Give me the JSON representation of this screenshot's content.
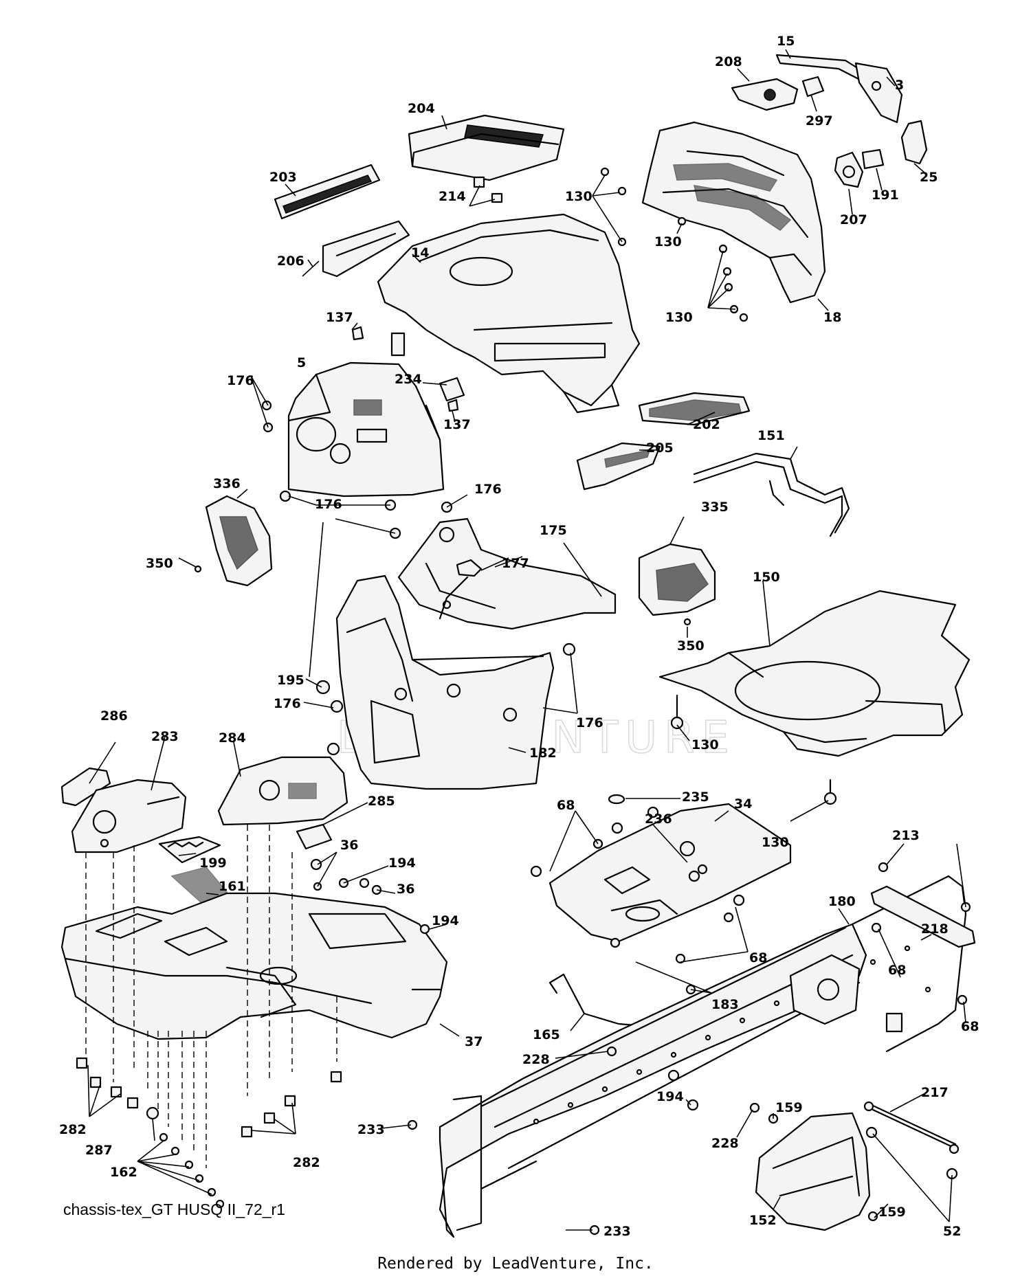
{
  "diagram": {
    "id_text": "chassis-tex_GT HUSQ II_72_r1",
    "footer": "Rendered by LeadVenture, Inc.",
    "watermark": "LEADVENTURE"
  },
  "callouts": {
    "c3": "3",
    "c5": "5",
    "c14": "14",
    "c15": "15",
    "c18": "18",
    "c25": "25",
    "c34": "34",
    "c36": "36",
    "c37": "37",
    "c52": "52",
    "c68": "68",
    "c130": "130",
    "c137": "137",
    "c150": "150",
    "c151": "151",
    "c152": "152",
    "c159": "159",
    "c161": "161",
    "c162": "162",
    "c165": "165",
    "c175": "175",
    "c176": "176",
    "c177": "177",
    "c180": "180",
    "c182": "182",
    "c183": "183",
    "c191": "191",
    "c194": "194",
    "c195": "195",
    "c199": "199",
    "c202": "202",
    "c203": "203",
    "c204": "204",
    "c205": "205",
    "c206": "206",
    "c207": "207",
    "c208": "208",
    "c213": "213",
    "c214": "214",
    "c217": "217",
    "c218": "218",
    "c228": "228",
    "c233": "233",
    "c234": "234",
    "c235": "235",
    "c236": "236",
    "c282": "282",
    "c283": "283",
    "c284": "284",
    "c285": "285",
    "c286": "286",
    "c287": "287",
    "c297": "297",
    "c335": "335",
    "c336": "336",
    "c350": "350"
  }
}
